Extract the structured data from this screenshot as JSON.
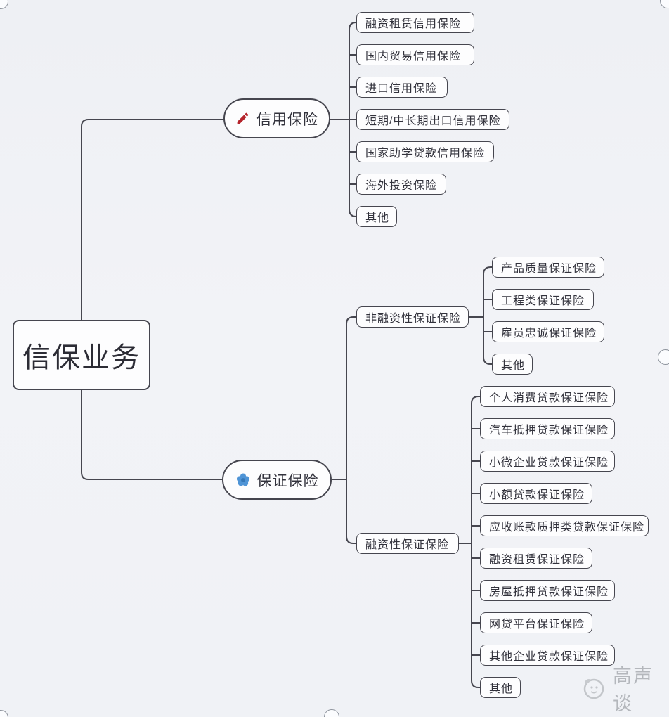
{
  "root": {
    "label": "信保业务"
  },
  "branch_credit": {
    "label": "信用保险",
    "icon": "pen-icon",
    "children": [
      "融资租赁信用保险",
      "国内贸易信用保险",
      "进口信用保险",
      "短期/中长期出口信用保险",
      "国家助学贷款信用保险",
      "海外投资保险",
      "其他"
    ]
  },
  "branch_guarantee": {
    "label": "保证保险",
    "icon": "flower-icon",
    "subbranches": [
      {
        "label": "非融资性保证保险",
        "children": [
          "产品质量保证保险",
          "工程类保证保险",
          "雇员忠诚保证保险",
          "其他"
        ]
      },
      {
        "label": "融资性保证保险",
        "children": [
          "个人消费贷款保证保险",
          "汽车抵押贷款保证保险",
          "小微企业贷款保证保险",
          "小额贷款保证保险",
          "应收账款质押类贷款保证保险",
          "融资租赁保证保险",
          "房屋抵押贷款保证保险",
          "网贷平台保证保险",
          "其他企业贷款保证保险",
          "其他"
        ]
      }
    ]
  },
  "watermark": {
    "text": "高声谈"
  },
  "colors": {
    "pen_icon": "#b5242c",
    "flower_icon": "#4a90d8",
    "node_border": "#46464f",
    "connector": "#46464f",
    "watermark_gray": "#b4b7bc"
  }
}
